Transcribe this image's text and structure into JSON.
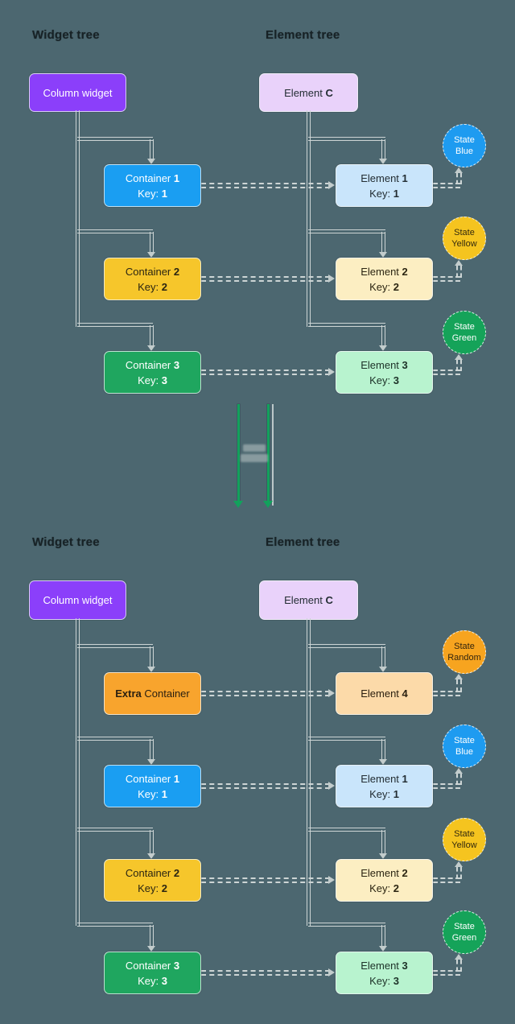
{
  "background": "#4c6770",
  "palette": {
    "connector": "#cdd5d5",
    "arrowhead": "#c2cccc",
    "transition_arrow": "#12a15c",
    "widget_root_bg": "#8b3ffa",
    "element_root_bg": "#e9d2fa",
    "blue": "#1a9ef2",
    "blue_light": "#c9e5fb",
    "yellow": "#f6c62b",
    "yellow_light": "#fceec2",
    "green": "#1fa65f",
    "green_light": "#b8f3cf",
    "orange": "#f8a42d",
    "orange_light": "#fcdaa9"
  },
  "before": {
    "titles": {
      "widget": "Widget tree",
      "element": "Element tree"
    },
    "widget_root": {
      "text": "Column widget"
    },
    "element_root": {
      "pre": "Element ",
      "bold": "C"
    },
    "rows": [
      {
        "container": {
          "pre": "Container ",
          "bold": "1",
          "key_pre": "Key: ",
          "key_bold": "1"
        },
        "element": {
          "pre": "Element ",
          "bold": "1",
          "key_pre": "Key: ",
          "key_bold": "1"
        },
        "state": {
          "line1": "State",
          "line2": "Blue"
        }
      },
      {
        "container": {
          "pre": "Container ",
          "bold": "2",
          "key_pre": "Key: ",
          "key_bold": "2"
        },
        "element": {
          "pre": "Element ",
          "bold": "2",
          "key_pre": "Key: ",
          "key_bold": "2"
        },
        "state": {
          "line1": "State",
          "line2": "Yellow"
        }
      },
      {
        "container": {
          "pre": "Container ",
          "bold": "3",
          "key_pre": "Key: ",
          "key_bold": "3"
        },
        "element": {
          "pre": "Element ",
          "bold": "3",
          "key_pre": "Key: ",
          "key_bold": "3"
        },
        "state": {
          "line1": "State",
          "line2": "Green"
        }
      }
    ]
  },
  "after": {
    "titles": {
      "widget": "Widget tree",
      "element": "Element tree"
    },
    "widget_root": {
      "text": "Column widget"
    },
    "element_root": {
      "pre": "Element ",
      "bold": "C"
    },
    "rows": [
      {
        "container": {
          "bold": "Extra",
          "post": " Container"
        },
        "element": {
          "pre": "Element ",
          "bold": "4"
        },
        "state": {
          "line1": "State",
          "line2": "Random"
        }
      },
      {
        "container": {
          "pre": "Container ",
          "bold": "1",
          "key_pre": "Key: ",
          "key_bold": "1"
        },
        "element": {
          "pre": "Element ",
          "bold": "1",
          "key_pre": "Key: ",
          "key_bold": "1"
        },
        "state": {
          "line1": "State",
          "line2": "Blue"
        }
      },
      {
        "container": {
          "pre": "Container ",
          "bold": "2",
          "key_pre": "Key: ",
          "key_bold": "2"
        },
        "element": {
          "pre": "Element ",
          "bold": "2",
          "key_pre": "Key: ",
          "key_bold": "2"
        },
        "state": {
          "line1": "State",
          "line2": "Yellow"
        }
      },
      {
        "container": {
          "pre": "Container ",
          "bold": "3",
          "key_pre": "Key: ",
          "key_bold": "3"
        },
        "element": {
          "pre": "Element ",
          "bold": "3",
          "key_pre": "Key: ",
          "key_bold": "3"
        },
        "state": {
          "line1": "State",
          "line2": "Green"
        }
      }
    ]
  }
}
